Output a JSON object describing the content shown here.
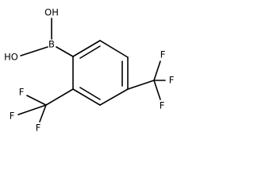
{
  "molecule": {
    "labels": {
      "hydroxyl_top": "OH",
      "hydroxyl_bottom": "HO",
      "boron": "B",
      "fluorine": "F"
    }
  }
}
